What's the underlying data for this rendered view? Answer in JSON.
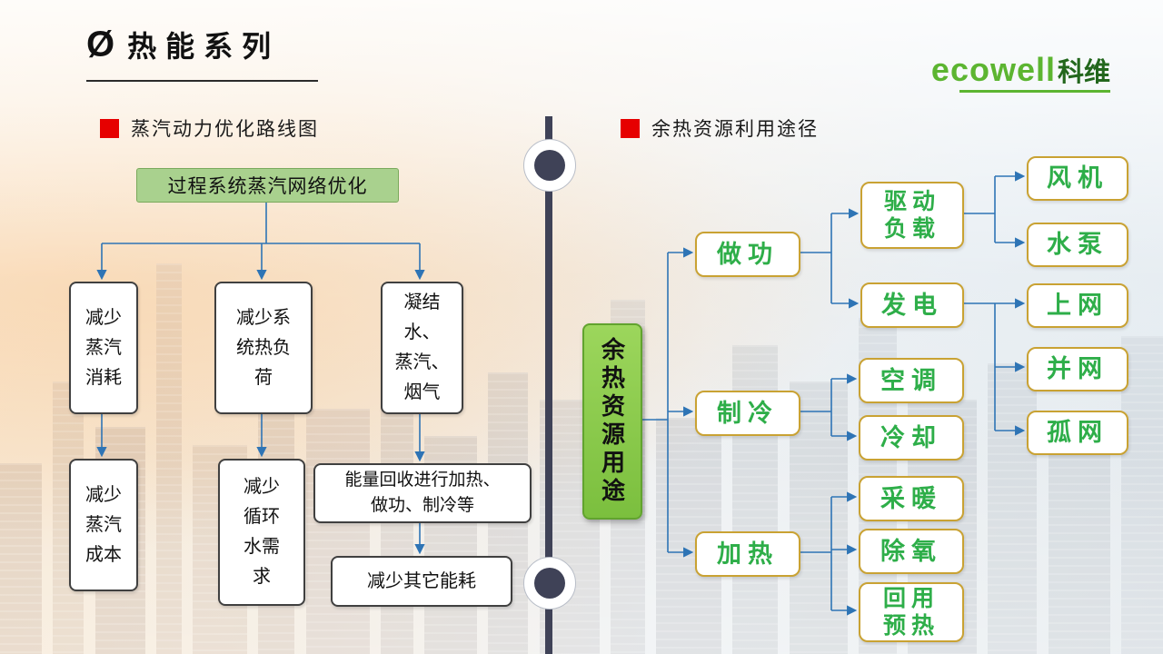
{
  "header": {
    "title_symbol": "Ø",
    "title": "热能系列",
    "logo_primary": "ecowell",
    "logo_secondary": "科维"
  },
  "left": {
    "heading": "蒸汽动力优化路线图",
    "root": "过程系统蒸汽网络优化",
    "reduce_steam_use": "减少\n蒸汽\n消耗",
    "reduce_heat_load": "减少系\n统热负\n荷",
    "condensate": "凝结\n水、\n蒸汽、\n烟气",
    "reduce_steam_cost": "减少\n蒸汽\n成本",
    "reduce_water_demand": "减少\n循环\n水需\n求",
    "energy_recovery": "能量回收进行加热、\n做功、制冷等",
    "reduce_other_energy": "减少其它能耗"
  },
  "right": {
    "heading": "余热资源利用途径",
    "hub": "余热资源用途",
    "work": "做功",
    "cooling": "制冷",
    "heating": "加热",
    "drive_load": "驱动\n负载",
    "power_gen": "发电",
    "air_conditioning": "空调",
    "cooling_use": "冷却",
    "space_heating": "采暖",
    "deaeration": "除氧",
    "reuse_preheat": "回用\n预热",
    "fan": "风机",
    "pump": "水泵",
    "grid_sale": "上网",
    "grid_connected": "并网",
    "islanded": "孤网"
  },
  "colors": {
    "accent_red": "#e60000",
    "brand_green": "#5cb531",
    "node_text_green": "#2eae49",
    "node_border_gold": "#c9a233",
    "connector_blue": "#2e74b5",
    "hub_green": "#8cc63f",
    "root_green": "#a9d18e",
    "divider_navy": "#3f4257"
  }
}
